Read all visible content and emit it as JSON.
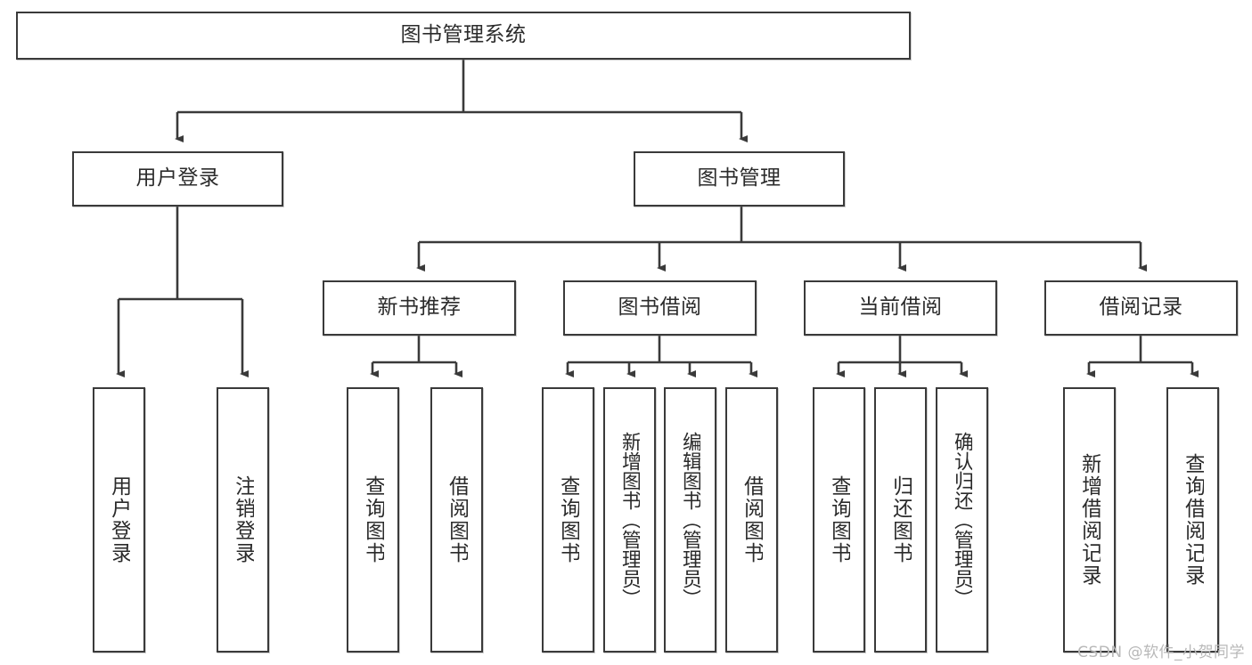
{
  "diagram": {
    "title": "图书管理系统",
    "type": "tree-hierarchy-chart",
    "orientation": "top-down",
    "colors": {
      "stroke": "#3a3a3a",
      "fill": "#ffffff",
      "text": "#2b2b2b",
      "watermark": "#b8b8b8"
    }
  },
  "nodes": {
    "root": {
      "label": "图书管理系统"
    },
    "level2": [
      {
        "label": "用户登录"
      },
      {
        "label": "图书管理"
      }
    ],
    "level3": [
      {
        "label": "新书推荐"
      },
      {
        "label": "图书借阅"
      },
      {
        "label": "当前借阅"
      },
      {
        "label": "借阅记录"
      }
    ],
    "leaves": {
      "user_login": [
        {
          "label": "用户登录"
        },
        {
          "label": "注销登录"
        }
      ],
      "new_book": [
        {
          "label": "查询图书"
        },
        {
          "label": "借阅图书"
        }
      ],
      "book_borrow": [
        {
          "label": "查询图书"
        },
        {
          "label": "新增图书（管理员）"
        },
        {
          "label": "编辑图书（管理员）"
        },
        {
          "label": "借阅图书"
        }
      ],
      "current_borrow": [
        {
          "label": "查询图书"
        },
        {
          "label": "归还图书"
        },
        {
          "label": "确认归还（管理员）"
        }
      ],
      "borrow_record": [
        {
          "label": "新增借阅记录"
        },
        {
          "label": "查询借阅记录"
        }
      ]
    }
  },
  "watermark": {
    "text": "CSDN @软件_小贺同学"
  }
}
